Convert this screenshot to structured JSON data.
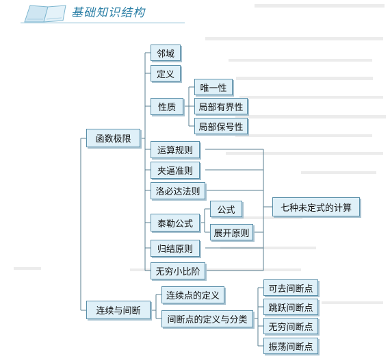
{
  "header": {
    "title": "基础知识结构"
  },
  "nodes": {
    "n_hsjx": "函数极限",
    "n_lx": "连续与间断",
    "n_ly": "邻域",
    "n_dy": "定义",
    "n_xz": "性质",
    "n_wyx": "唯一性",
    "n_jbyjx": "局部有界性",
    "n_jbbhx": "局部保号性",
    "n_ysgz": "运算规则",
    "n_jbzz": "夹逼准则",
    "n_lbdfz": "洛必达法则",
    "n_tlgs": "泰勒公式",
    "n_gs": "公式",
    "n_zkyz": "展开原则",
    "n_gjyz": "归结原则",
    "n_wqxbj": "无穷小比阶",
    "n_qzwds": "七种未定式的计算",
    "n_lxddy": "连续点的定义",
    "n_jdddy": "间断点的定义与分类",
    "n_kqjdd": "可去间断点",
    "n_tyjdd": "跳跃间断点",
    "n_wqjdd": "无穷间断点",
    "n_zdjdd": "振荡间断点"
  },
  "colors": {
    "box_fill": "#dff0f8",
    "box_border": "#5a8fa9",
    "line": "#5a7f92",
    "title": "#2b7fa6"
  }
}
